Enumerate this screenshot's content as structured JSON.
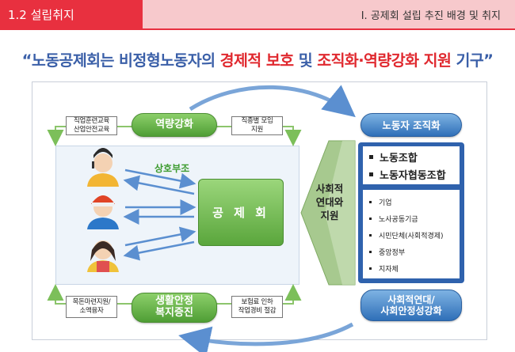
{
  "header": {
    "section": "1.2 설립취지",
    "chapter": "Ⅰ. 공제회 설립 추진 배경 및 취지"
  },
  "headline": {
    "part1": "“노동공제회는 비정형노동자의 ",
    "part2": "경제적 보호",
    "part3": " 및 ",
    "part4": "조직화·역량강화 지원",
    "part5": " 기구”"
  },
  "top": {
    "left_box": [
      "직업훈련교육",
      "산업안전교육"
    ],
    "pill": "역량강화",
    "right_box": [
      "직종별 모임",
      "지원"
    ]
  },
  "bottom": {
    "left_box": [
      "목돈마련지원/",
      "소액융자"
    ],
    "pill": [
      "생활안정",
      "복지증진"
    ],
    "right_box": [
      "보험료 인하",
      "작업경비 절감"
    ]
  },
  "center": {
    "mutual_label": "상호부조",
    "core": "공 제 회"
  },
  "side_label": [
    "사회적",
    "연대와",
    "지원"
  ],
  "right": {
    "org_pill": "노동자 조직화",
    "big_items": [
      "노동조합",
      "노동자협동조합"
    ],
    "small_items": [
      "기업",
      "노사공동기금",
      "시민단체(사회적경제)",
      "중앙정부",
      "지자체"
    ],
    "bottom_pill": [
      "사회적연대/",
      "사회안정성강화"
    ]
  },
  "icons": {
    "workers": [
      "headset-worker-icon",
      "helmet-rider-icon",
      "apron-worker-icon"
    ]
  }
}
